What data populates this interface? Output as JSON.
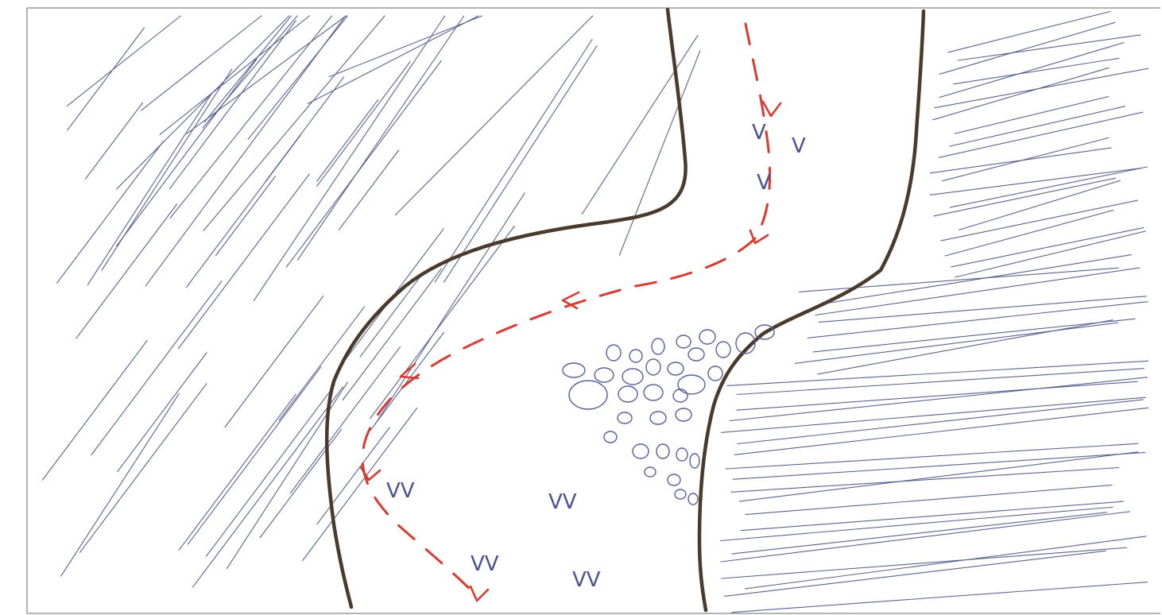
{
  "colors": {
    "wall": "#4a3a2c",
    "flow_arrow": "#d93a32",
    "hatching": "#59638f",
    "markings": "#4a5290"
  },
  "labels": {
    "marks_top_1": "V",
    "marks_top_2": "V",
    "marks_top_3": "V",
    "marks_bottom_1": "VV",
    "marks_bottom_2": "VV",
    "marks_bottom_3": "VV",
    "marks_bottom_4": "VV"
  },
  "icons": {
    "flow": "dashed-red-arrow-icon",
    "bubbles": "bubble-cluster-icon"
  }
}
